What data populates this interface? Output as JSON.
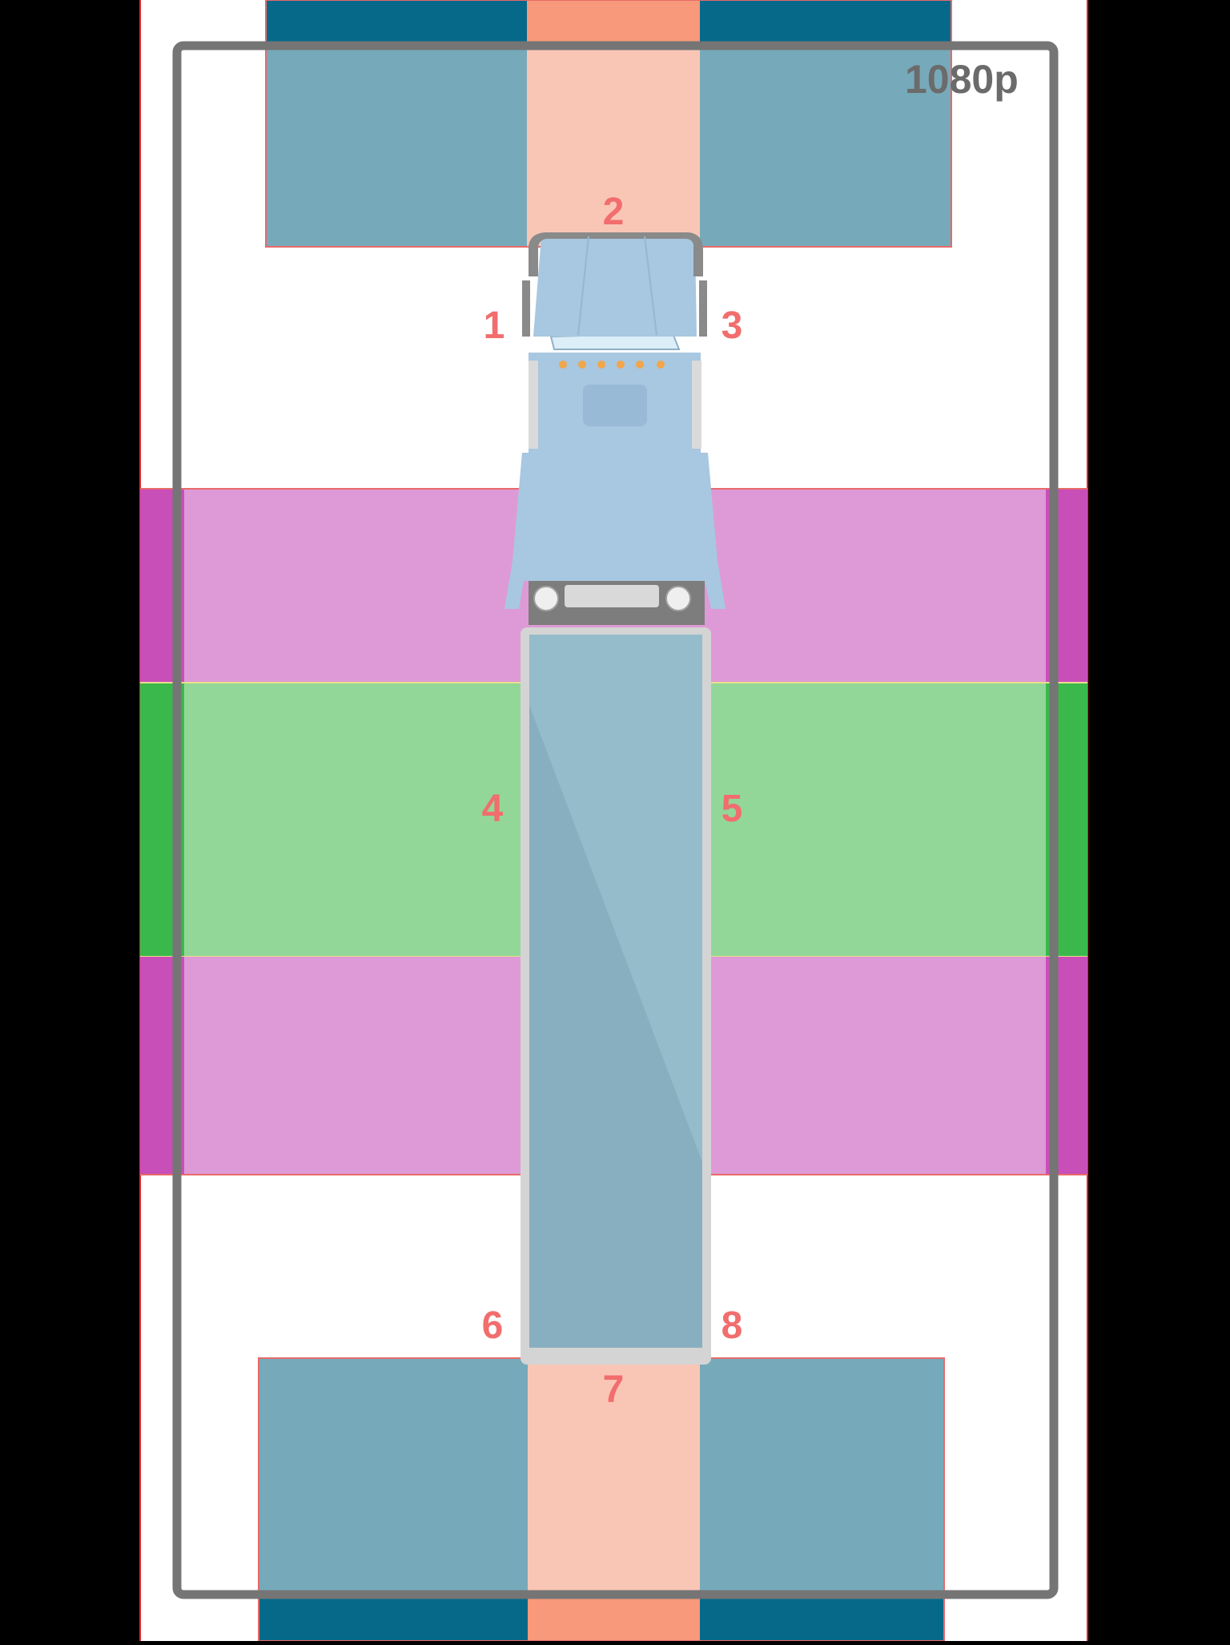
{
  "resolution_label": "1080p",
  "position_labels": [
    "1",
    "2",
    "3",
    "4",
    "5",
    "6",
    "7",
    "8"
  ],
  "colors": {
    "background": "#000000",
    "canvas": "#FFFFFF",
    "canvas_border": "#E0202A",
    "camera_frame": "#757575",
    "label_text": "#F26D6D",
    "resolution_text": "#6B6B6B",
    "zone_teal_light": "#76AABA",
    "zone_teal_dark": "#06698A",
    "zone_salmon_light": "#F9C6B6",
    "zone_salmon_dark": "#F7997A",
    "zone_magenta_light": "#DE9AD6",
    "zone_magenta_dark": "#C84EB8",
    "zone_green_light": "#92D798",
    "zone_green_dark": "#3BB84C",
    "trailer_fill": "#88AFC0",
    "trailer_edge": "#D4D4D4",
    "cab_fill": "#A8C7E0",
    "cab_trim": "#8A8A8A",
    "cab_lights": "#F2A64A"
  },
  "icons": [
    "semi-truck-icon"
  ]
}
